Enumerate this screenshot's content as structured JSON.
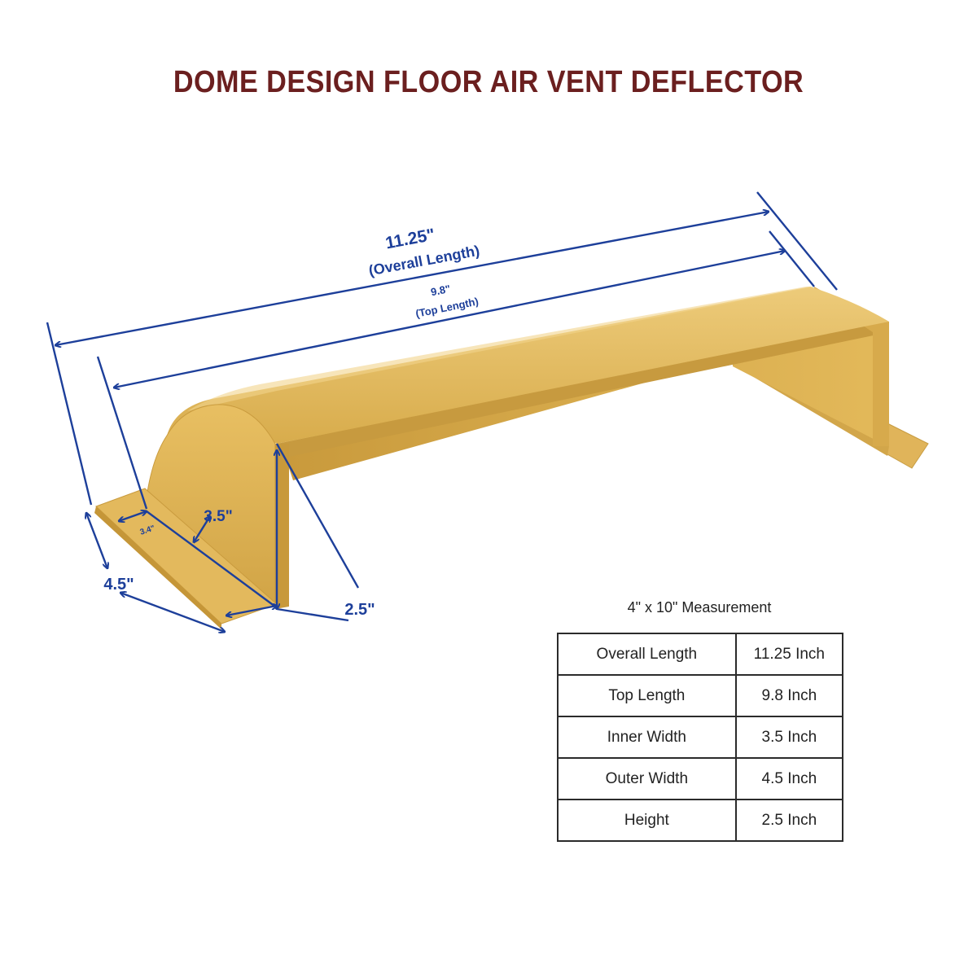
{
  "title": "DOME DESIGN FLOOR AIR VENT DEFLECTOR",
  "colors": {
    "title": "#6b1f1f",
    "dimension_lines": "#1d3f9a",
    "product_gold": "#e2b85a"
  },
  "dimensions": {
    "overall_length_value": "11.25\"",
    "overall_length_label": "(Overall Length)",
    "top_length_value": "9.8\"",
    "top_length_label": "(Top Length)",
    "inner_width": "3.5\"",
    "flange_depth": "3.4\"",
    "outer_width": "4.5\"",
    "height": "2.5\""
  },
  "table": {
    "caption": "4\" x 10\" Measurement",
    "rows": [
      {
        "name": "Overall Length",
        "value": "11.25 Inch"
      },
      {
        "name": "Top Length",
        "value": "9.8 Inch"
      },
      {
        "name": "Inner Width",
        "value": "3.5 Inch"
      },
      {
        "name": "Outer Width",
        "value": "4.5 Inch"
      },
      {
        "name": "Height",
        "value": "2.5 Inch"
      }
    ]
  }
}
